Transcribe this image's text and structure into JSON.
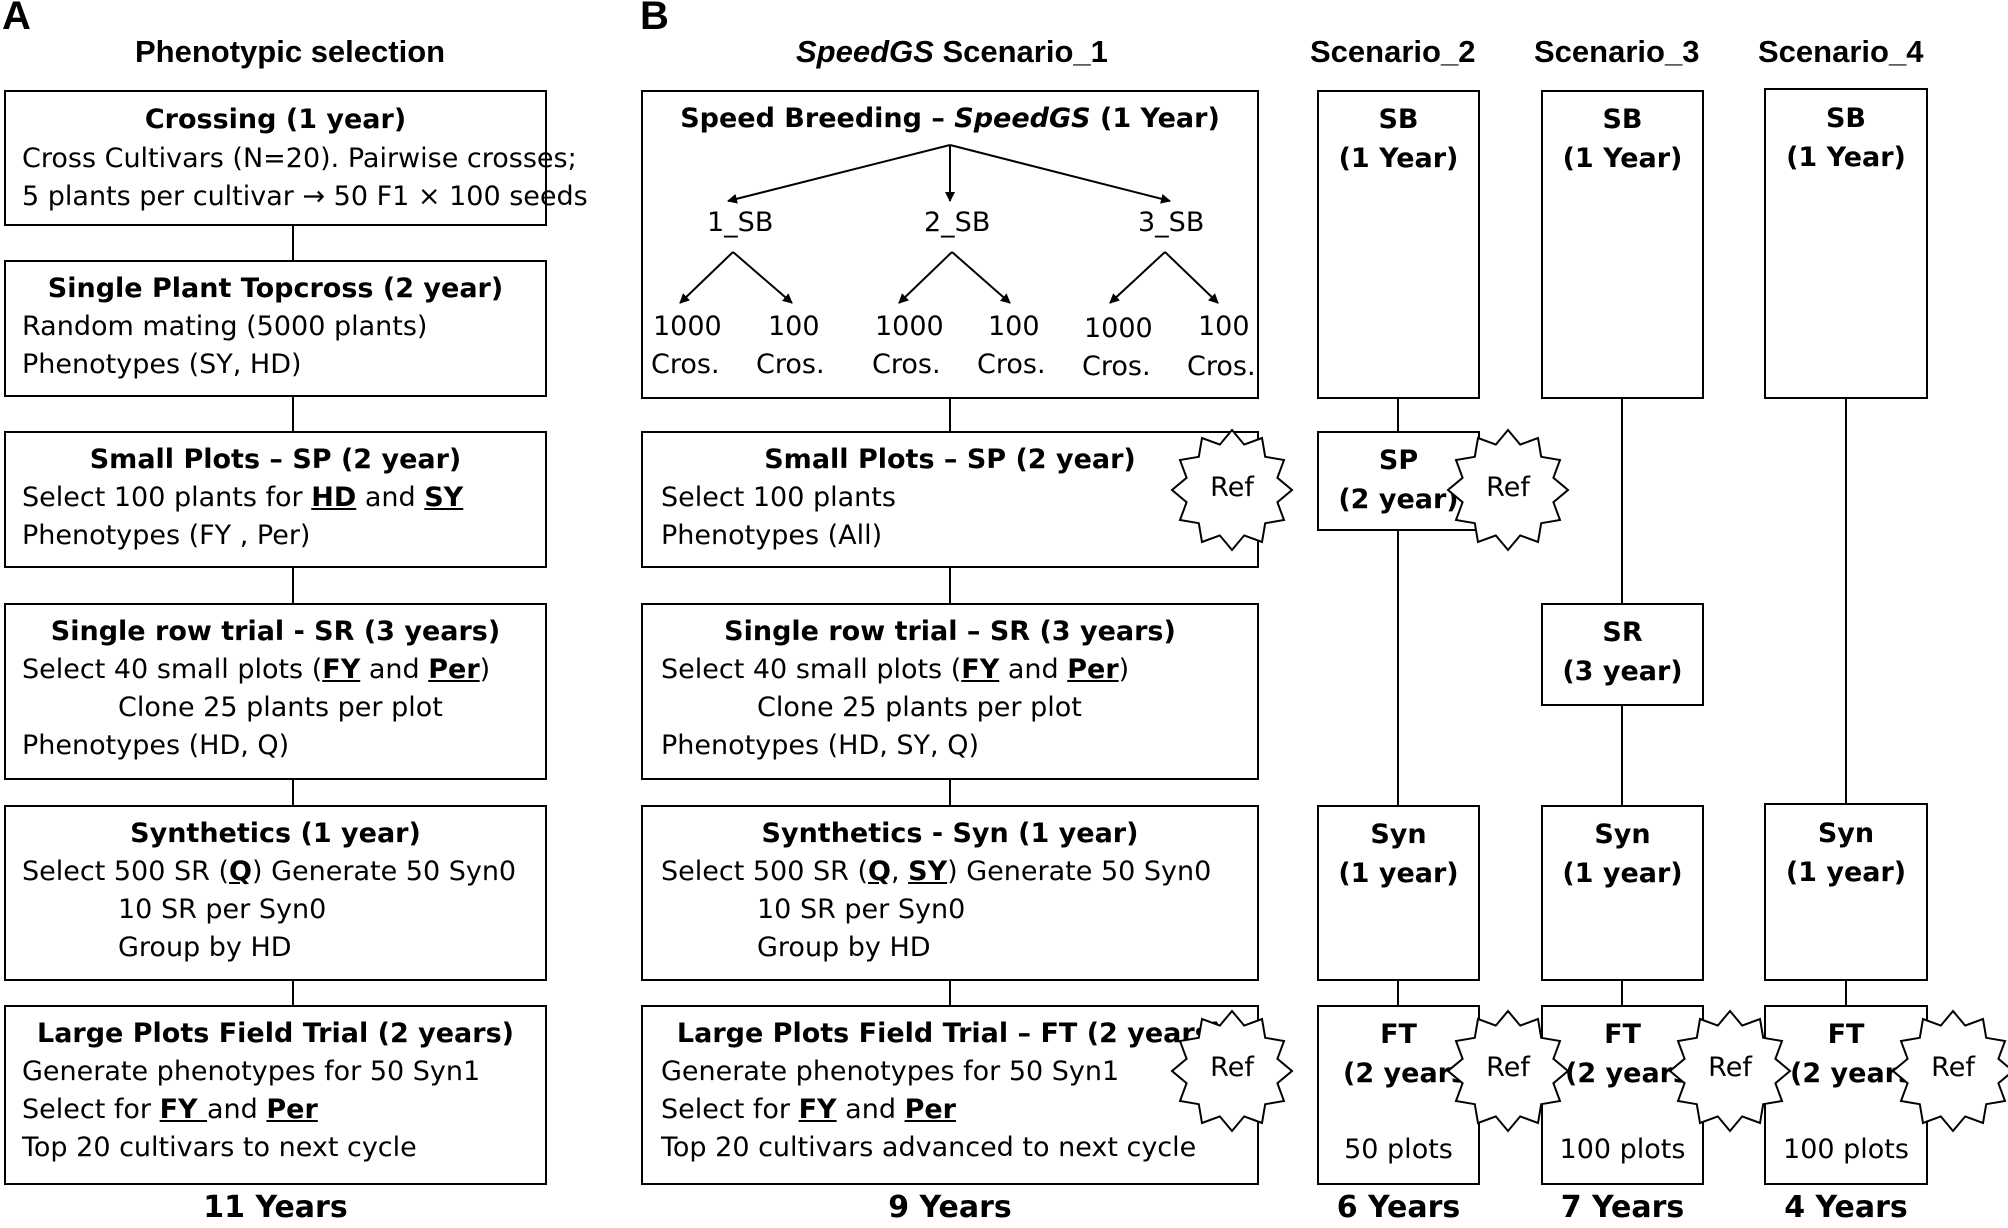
{
  "panels": {
    "a": "A",
    "b": "B"
  },
  "headers": {
    "phenotypic": "Phenotypic selection",
    "s1_italic": "SpeedGS",
    "s1_rest": " Scenario_1",
    "s2": "Scenario_2",
    "s3": "Scenario_3",
    "s4": "Scenario_4"
  },
  "colA": {
    "crossing": {
      "title": "Crossing (1 year)",
      "l1": "Cross Cultivars (N=20). Pairwise crosses;",
      "l2": "5 plants per cultivar → 50 F1 × 100 seeds"
    },
    "topcross": {
      "title": "Single Plant Topcross (2 year)",
      "l1": "Random mating (5000 plants)",
      "l2": "Phenotypes (SY, HD)"
    },
    "sp": {
      "title": "Small Plots – SP (2 year)",
      "l1a": "Select 100 plants for ",
      "l1b": "HD",
      "l1c": " and ",
      "l1d": "SY",
      "l2": "Phenotypes (FY , Per)"
    },
    "sr": {
      "title": "Single row trial - SR (3 years)",
      "l1a": "Select 40 small plots (",
      "l1b": "FY",
      "l1c": " and ",
      "l1d": "Per",
      "l1e": ")",
      "l2": "Clone 25 plants per plot",
      "l3": "Phenotypes (HD, Q)"
    },
    "syn": {
      "title": "Synthetics (1 year)",
      "l1a": "Select 500 SR (",
      "l1b": "Q",
      "l1c": ") Generate 50 Syn0",
      "l2": "10 SR per Syn0",
      "l3": "Group by HD"
    },
    "lp": {
      "title": "Large Plots Field Trial (2 years)",
      "l1": "Generate phenotypes for 50 Syn1",
      "l2a": "Select for ",
      "l2b": "FY ",
      "l2c": "and ",
      "l2d": "Per",
      "l3": "Top 20 cultivars to next cycle"
    },
    "years": "11 Years"
  },
  "colB": {
    "sb": {
      "title_a": "Speed Breeding – ",
      "title_b": "SpeedGS",
      "title_c": " (1 Year)",
      "n1": "1_SB",
      "n2": "2_SB",
      "n3": "3_SB",
      "v1000": "1000",
      "v100": "100",
      "cros": "Cros."
    },
    "sp": {
      "title": "Small Plots – SP (2 year)",
      "l1": "Select 100 plants",
      "l2": "Phenotypes (All)"
    },
    "sr": {
      "title": "Single row trial – SR (3 years)",
      "l1a": "Select 40 small plots (",
      "l1b": "FY",
      "l1c": " and ",
      "l1d": "Per",
      "l1e": ")",
      "l2": "Clone 25 plants per plot",
      "l3": "Phenotypes (HD, SY, Q)"
    },
    "syn": {
      "title": "Synthetics - Syn (1 year)",
      "l1a": "Select 500 SR (",
      "l1b": "Q",
      "l1c": ", ",
      "l1d": "SY",
      "l1e": ") Generate 50 Syn0",
      "l2": "10 SR per Syn0",
      "l3": "Group by HD"
    },
    "lp": {
      "title": "Large Plots Field Trial – FT (2 years)",
      "l1": "Generate phenotypes for 50 Syn1",
      "l2a": "Select for ",
      "l2b": "FY",
      "l2c": " and ",
      "l2d": "Per",
      "l3": "Top 20 cultivars advanced to next cycle"
    },
    "years": "9 Years"
  },
  "ref": "Ref",
  "scen2": {
    "sb1": "SB",
    "sb2": "(1 Year)",
    "sp1": "SP",
    "sp2": "(2 year)",
    "syn1": "Syn",
    "syn2": "(1 year)",
    "ft1": "FT",
    "ft2": "(2 years)",
    "plots": "50 plots",
    "years": "6 Years"
  },
  "scen3": {
    "sb1": "SB",
    "sb2": "(1 Year)",
    "sr1": "SR",
    "sr2": "(3 year)",
    "syn1": "Syn",
    "syn2": "(1 year)",
    "ft1": "FT",
    "ft2": "(2 years)",
    "plots": "100 plots",
    "years": "7 Years"
  },
  "scen4": {
    "sb1": "SB",
    "sb2": "(1 Year)",
    "syn1": "Syn",
    "syn2": "(1 year)",
    "ft1": "FT",
    "ft2": "(2 years)",
    "plots": "100 plots",
    "years": "4 Years"
  }
}
